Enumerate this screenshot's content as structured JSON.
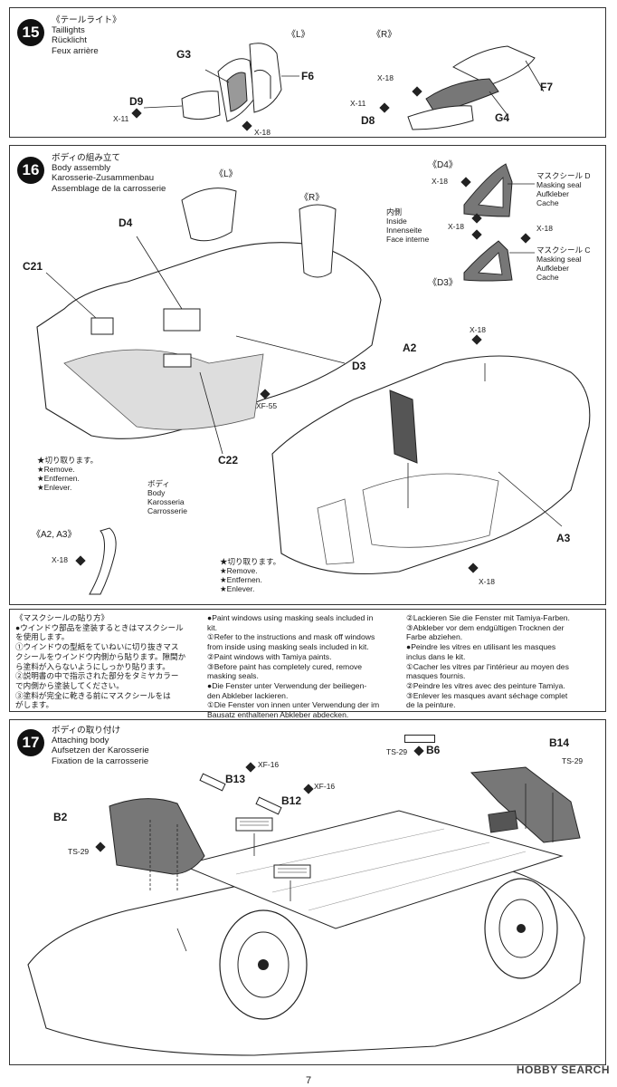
{
  "step15": {
    "number": "15",
    "titles": [
      "《テールライト》",
      "Taillights",
      "Rücklicht",
      "Feux arrière"
    ],
    "side_left": "《L》",
    "side_right": "《R》",
    "parts": {
      "g3": "G3",
      "f6": "F6",
      "d9": "D9",
      "f7": "F7",
      "g4": "G4",
      "d8": "D8"
    },
    "x11_a": "X-11",
    "x18_a": "X-18",
    "x18_b": "X-18",
    "x11_b": "X-11"
  },
  "step16": {
    "number": "16",
    "titles": [
      "ボディの組み立て",
      "Body assembly",
      "Karosserie-Zusammenbau",
      "Assemblage de la carrosserie"
    ],
    "side_left": "《L》",
    "side_right": "《R》",
    "parts": {
      "d4": "D4",
      "c21": "C21",
      "d3": "D3",
      "c22": "C22",
      "a2": "A2",
      "a3": "A3"
    },
    "xf55": "XF-55",
    "x18_a": "X-18",
    "x18_b": "X-18",
    "x18_c": "X-18",
    "x18_d": "X-18",
    "x18_e": "X-18",
    "x18_f": "X-18",
    "remove": [
      "★切り取ります。",
      "★Remove.",
      "★Entfernen.",
      "★Enlever."
    ],
    "remove2": [
      "★切り取ります。",
      "★Remove.",
      "★Entfernen.",
      "★Enlever."
    ],
    "body": [
      "ボディ",
      "Body",
      "Karosseria",
      "Carrosserie"
    ],
    "d4_label": "《D4》",
    "d3_label": "《D3》",
    "mask_d": [
      "マスクシール D",
      "Masking seal",
      "Aufkleber",
      "Cache"
    ],
    "mask_c": [
      "マスクシール C",
      "Masking seal",
      "Aufkleber",
      "Cache"
    ],
    "inside": [
      "内側",
      "Inside",
      "Innenseite",
      "Face interne"
    ],
    "a2a3_label": "《A2, A3》"
  },
  "notes": {
    "jp": [
      "《マスクシールの貼り方》",
      "●ウインドウ部品を塗装するときはマスクシール",
      "を使用します。",
      "①ウインドウの型紙をていねいに切り抜きマス",
      "クシールをウインドウ内側から貼ります。隙間か",
      "ら塗料が入らないようにしっかり貼ります。",
      "②説明書の中で指示された部分をタミヤカラー",
      "で内側から塗装してください。",
      "③塗料が完全に乾きる前にマスクシールをは",
      "がします。"
    ],
    "en": [
      "●Paint windows using masking seals included in",
      "kit.",
      "①Refer to the instructions and mask off windows",
      "from inside using masking seals included in kit.",
      "②Paint windows with Tamiya paints.",
      "③Before paint has completely cured, remove",
      "masking seals.",
      "●Die Fenster unter Verwendung der beiliegen-",
      "den Abkleber lackieren.",
      "①Die Fenster von innen unter Verwendung der im",
      "Bausatz enthaltenen Abkleber abdecken."
    ],
    "de_fr": [
      "②Lackieren Sie die Fenster mit Tamiya-Farben.",
      "③Abkleber vor dem endgültigen Trocknen der",
      "Farbe abziehen.",
      "●Peindre les vitres en utilisant les masques",
      "inclus dans le kit.",
      "①Cacher les vitres par l'intérieur au moyen des",
      "masques fournis.",
      "②Peindre les vitres avec des peinture Tamiya.",
      "③Enlever les masques avant séchage complet",
      "de la peinture."
    ]
  },
  "step17": {
    "number": "17",
    "titles": [
      "ボディの取り付け",
      "Attaching body",
      "Aufsetzen der Karosserie",
      "Fixation de la carrosserie"
    ],
    "parts": {
      "b14": "B14",
      "b6": "B6",
      "b13": "B13",
      "b12": "B12",
      "b2": "B2"
    },
    "ts29_a": "TS-29",
    "ts29_b": "TS-29",
    "ts29_c": "TS-29",
    "xf16_a": "XF-16",
    "xf16_b": "XF-16"
  },
  "watermark": "HOBBY SEARCH",
  "page_number": "7"
}
